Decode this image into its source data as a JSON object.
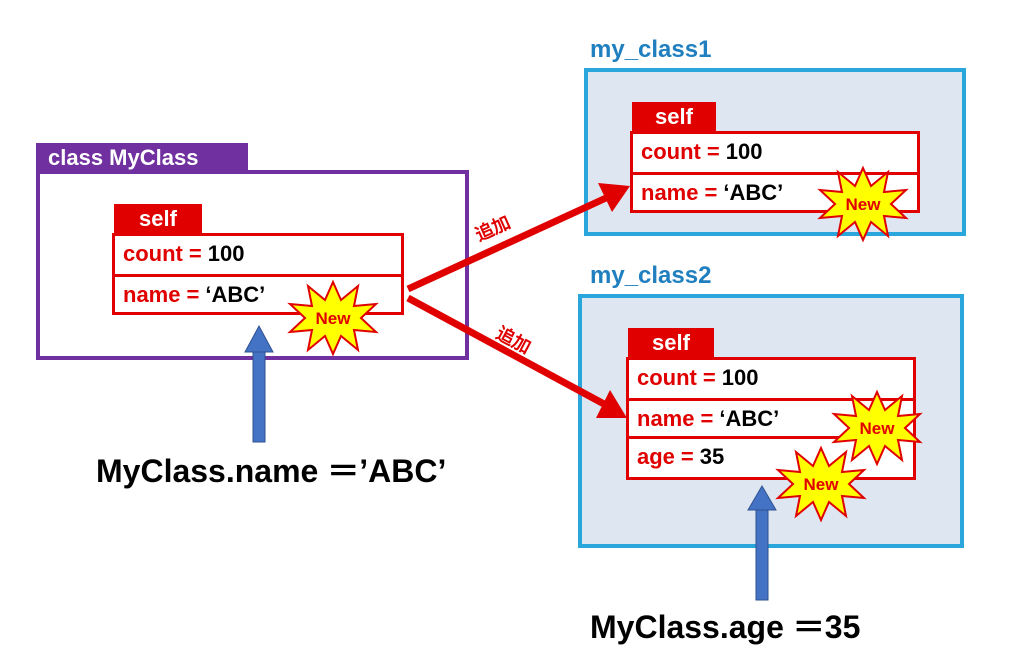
{
  "class_box": {
    "title": "class  MyClass",
    "self_label": "self",
    "attrs": [
      {
        "name": "count",
        "eq": "=",
        "value": "100"
      },
      {
        "name": "name",
        "eq": "=",
        "value": "‘ABC’"
      }
    ],
    "new_badge": "New"
  },
  "instance1": {
    "title": "my_class1",
    "self_label": "self",
    "attrs": [
      {
        "name": "count",
        "eq": "=",
        "value": "100"
      },
      {
        "name": "name",
        "eq": "=",
        "value": "‘ABC’"
      }
    ],
    "new_badge": "New"
  },
  "instance2": {
    "title": "my_class2",
    "self_label": "self",
    "attrs": [
      {
        "name": "count",
        "eq": "=",
        "value": "100"
      },
      {
        "name": "name",
        "eq": "=",
        "value": "‘ABC’"
      },
      {
        "name": "age",
        "eq": "=",
        "value": "35"
      }
    ],
    "new_badges": [
      "New",
      "New"
    ]
  },
  "arrows": {
    "to_instance1_label": "追加",
    "to_instance2_label": "追加"
  },
  "captions": {
    "class_assignment": "MyClass.name ＝’ABC’",
    "age_assignment": "MyClass.age ＝35"
  },
  "colors": {
    "class_purple": "#7030a0",
    "instance_blue": "#29a6dc",
    "instance_fill": "#dde6f1",
    "attr_red": "#e00000",
    "pointer_arrow_blue": "#4472c4",
    "burst_yellow": "#ffff00"
  }
}
